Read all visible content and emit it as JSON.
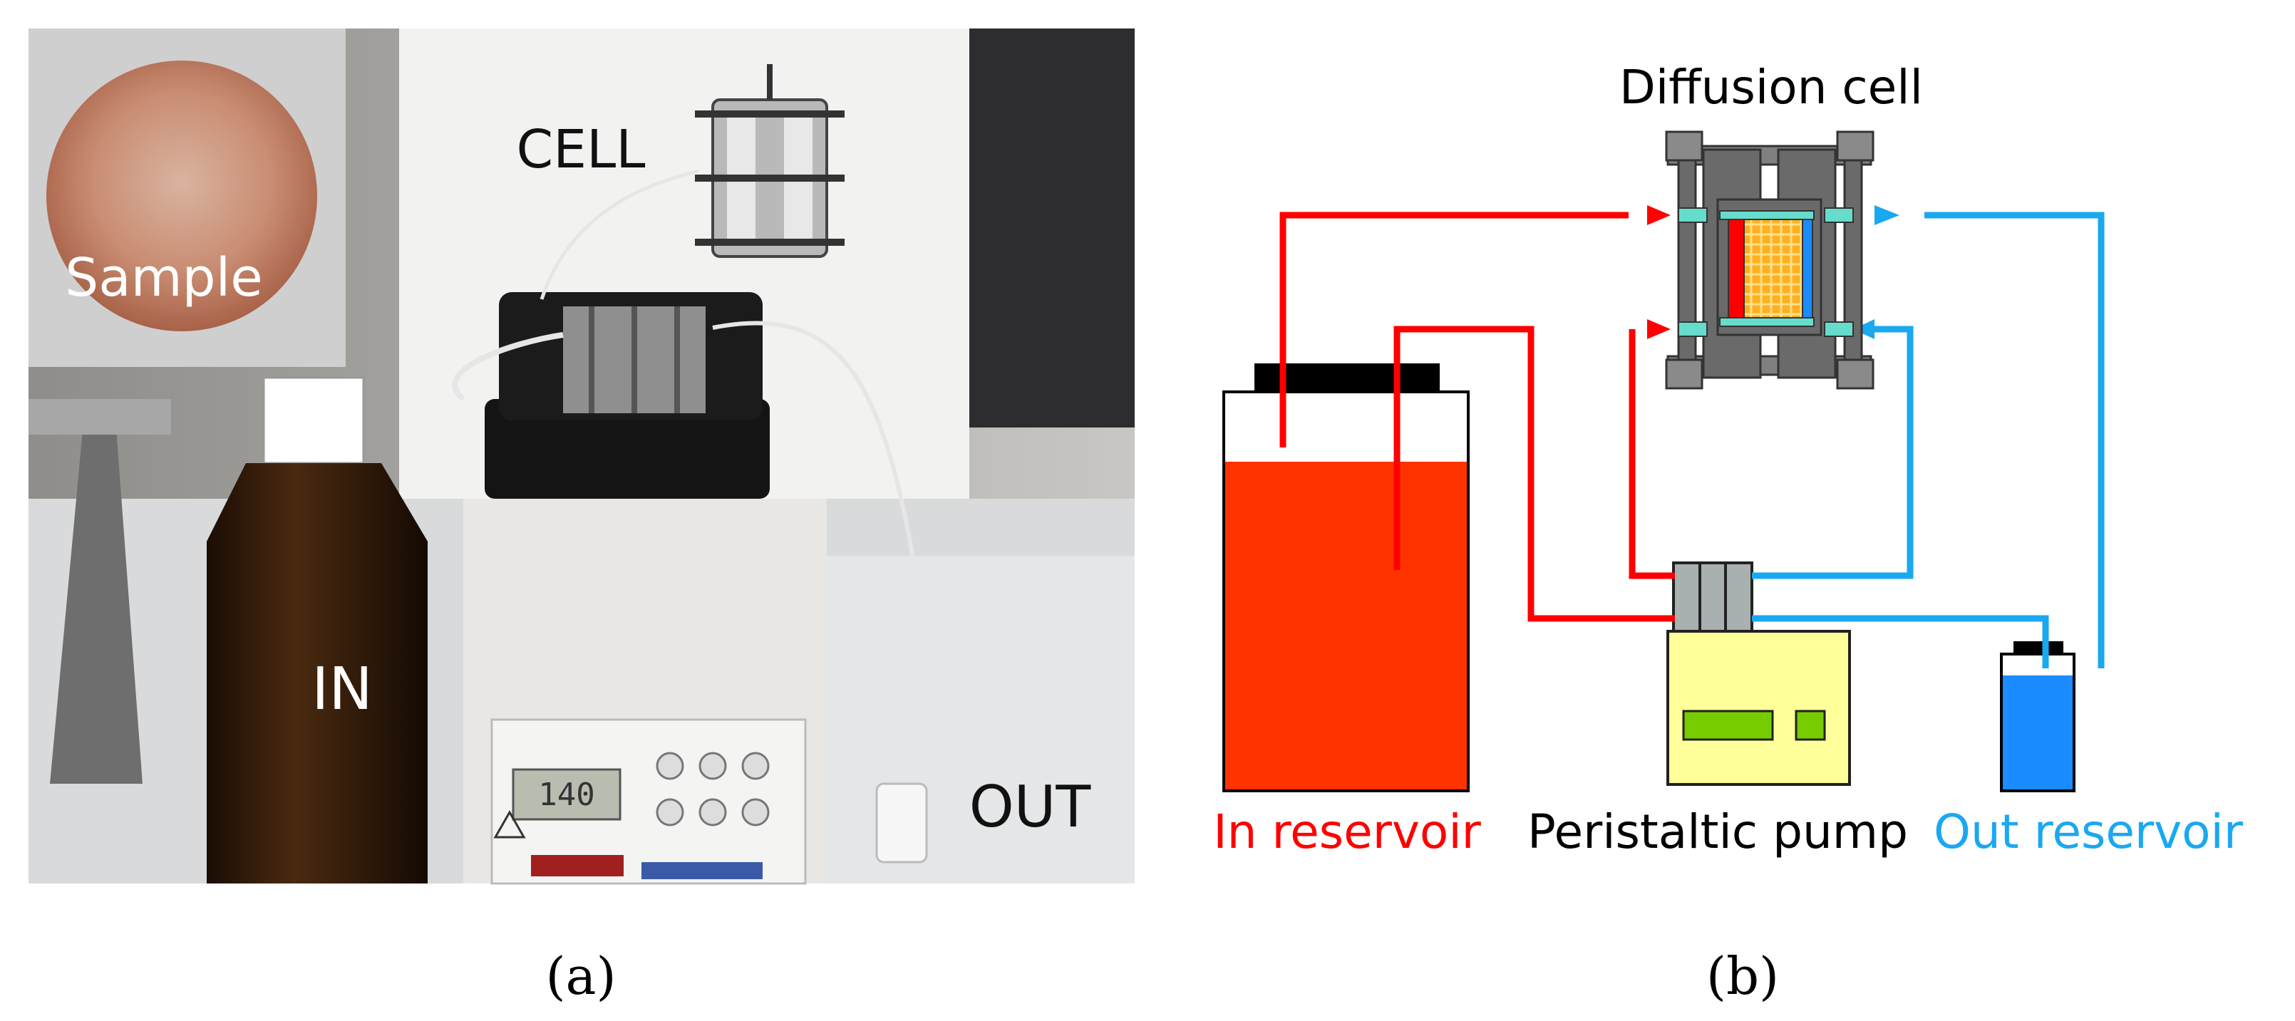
{
  "panel_a": {
    "labels": {
      "sample": "Sample",
      "cell": "CELL",
      "in": "IN",
      "out": "OUT"
    },
    "display_readout": "140"
  },
  "panel_b": {
    "labels": {
      "diffusion_cell": "Diffusion cell",
      "in_reservoir": "In reservoir",
      "pump": "Peristaltic pump",
      "out_reservoir": "Out reservoir"
    },
    "colors": {
      "red_line": "#ff0000",
      "blue_line": "#1aa8f0",
      "in_liquid": "#ff3300",
      "out_liquid": "#1a8cff",
      "pump_body": "#ffff99",
      "sample_fill": "#ffb020"
    }
  },
  "captions": {
    "a": "(a)",
    "b": "(b)"
  }
}
